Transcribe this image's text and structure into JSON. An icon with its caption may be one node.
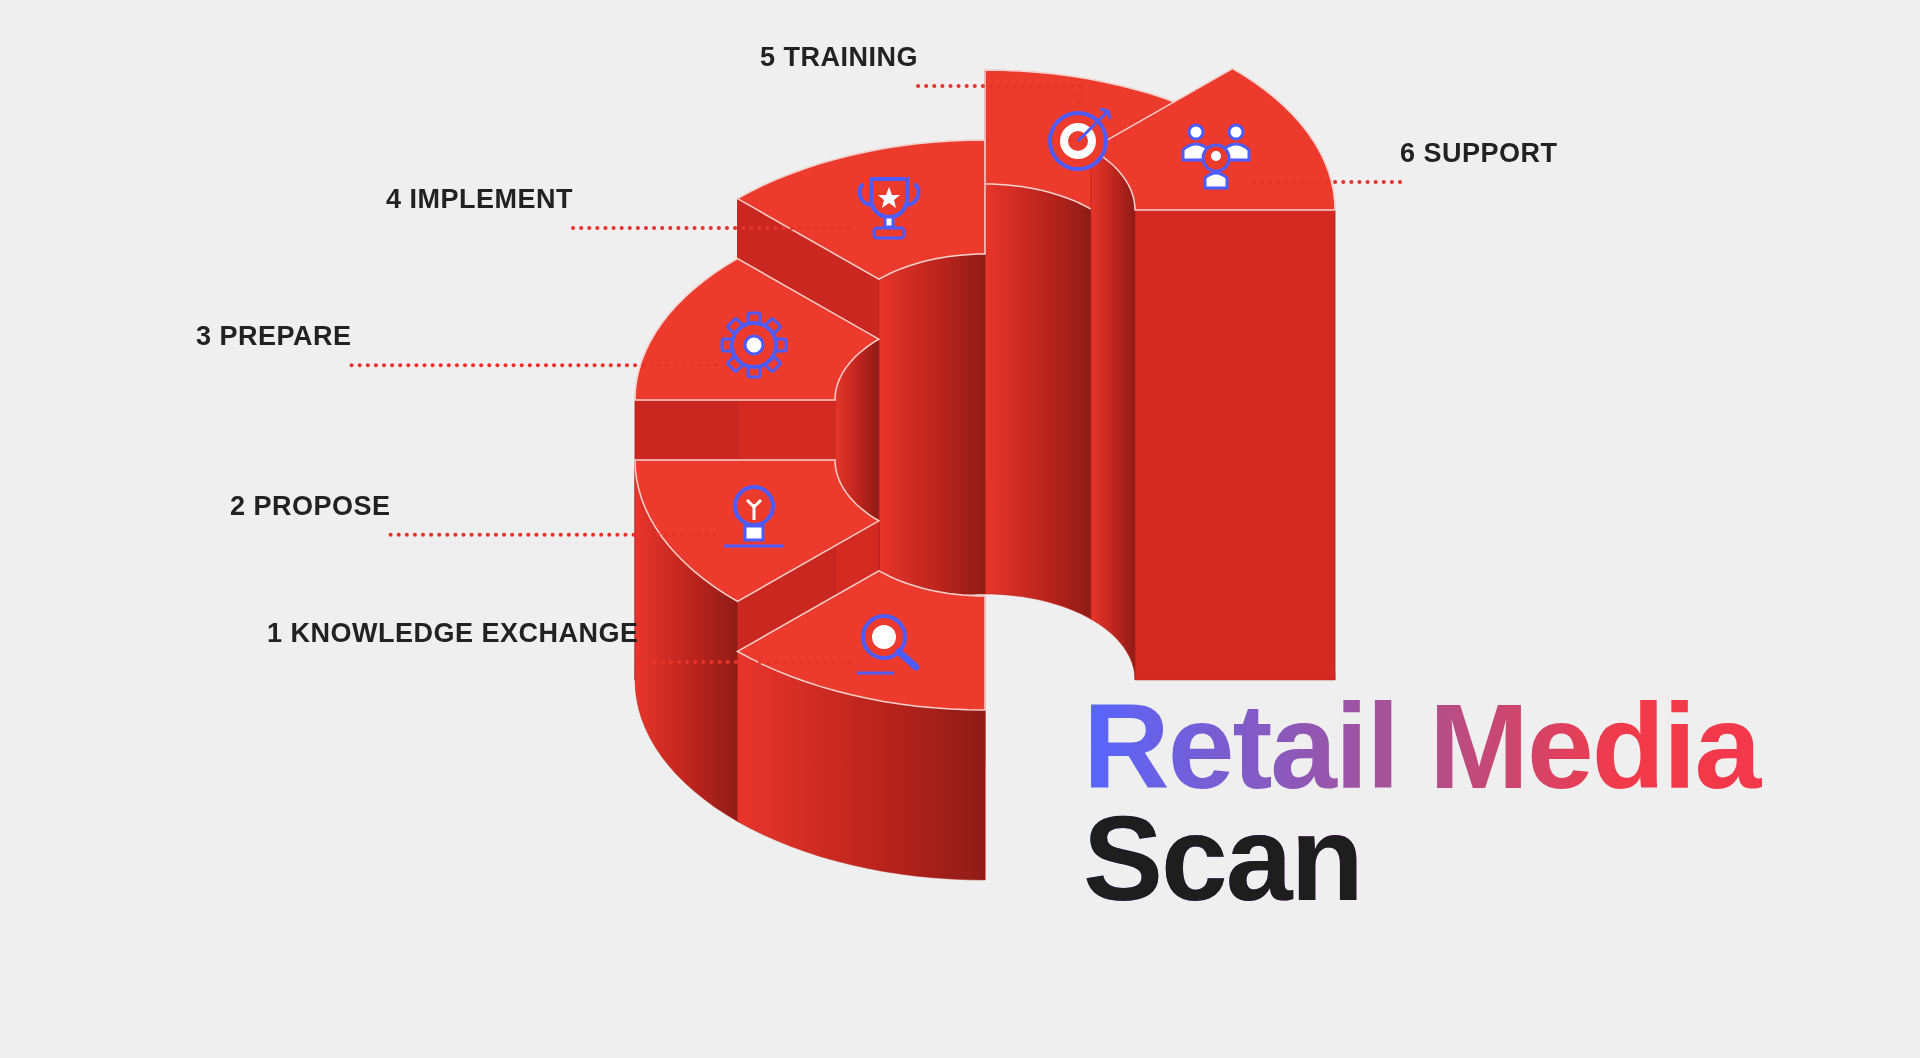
{
  "diagram": {
    "title": "Retail Media Scan",
    "nodes": [
      {
        "text": [
          "1 KNOWLEDGE EXCHANGE"
        ]
      },
      {
        "text": [
          "2 PROPOSE"
        ]
      },
      {
        "text": [
          "3 PREPARE"
        ]
      },
      {
        "text": [
          "4 IMPLEMENT"
        ]
      },
      {
        "text": [
          "5 TRAINING"
        ]
      },
      {
        "text": [
          "6 SUPPORT"
        ]
      },
      {
        "text": [],
        "shape": "picture"
      },
      {
        "text": [],
        "shape": "picture"
      },
      {
        "text": [],
        "shape": "picture"
      },
      {
        "text": [],
        "shape": "picture"
      },
      {
        "text": [],
        "shape": "picture"
      },
      {
        "text": [],
        "shape": "picture"
      }
    ],
    "edges": [
      {
        "from": 0,
        "to": 11,
        "arrow": "none"
      },
      {
        "from": 1,
        "to": 10,
        "arrow": "none"
      },
      {
        "from": 2,
        "to": 9,
        "arrow": "none"
      },
      {
        "from": 3,
        "to": 8,
        "arrow": "none"
      },
      {
        "from": 4,
        "to": 7,
        "arrow": "none"
      },
      {
        "from": 5,
        "to": 6,
        "arrow": "none"
      }
    ]
  }
}
